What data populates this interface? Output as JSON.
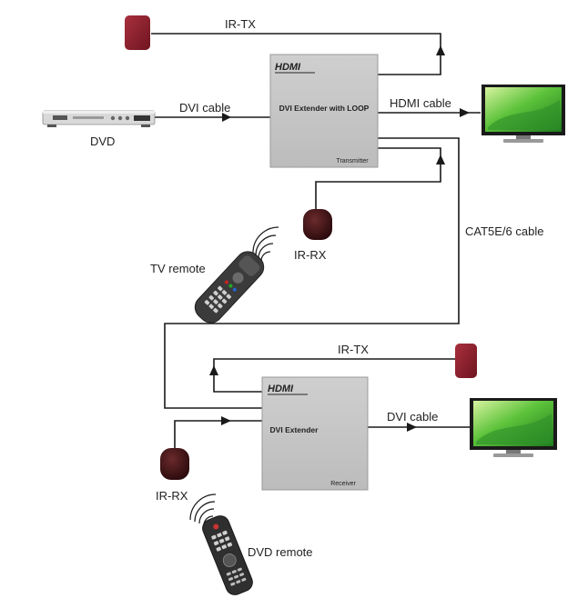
{
  "transmitter": {
    "logo": "HDMI",
    "title": "DVI Extender with LOOP",
    "caption": "Transmitter"
  },
  "receiver": {
    "logo": "HDMI",
    "title": "DVI Extender",
    "caption": "Receiver"
  },
  "labels": {
    "ir_tx_top": "IR-TX",
    "dvi_cable_top": "DVI cable",
    "dvd": "DVD",
    "hdmi_cable": "HDMI cable",
    "cat_cable": "CAT5E/6 cable",
    "ir_rx_top": "IR-RX",
    "tv_remote": "TV remote",
    "ir_tx_bottom": "IR-TX",
    "dvi_cable_bottom": "DVI cable",
    "ir_rx_bottom": "IR-RX",
    "dvd_remote": "DVD remote"
  },
  "colors": {
    "box": "#c8c8c8",
    "box_border": "#9a9a9a",
    "ir_tx": "#8e1e2a",
    "ir_rx": "#4a1a1c",
    "line": "#1a1a1a",
    "screen": "#3aa830"
  }
}
